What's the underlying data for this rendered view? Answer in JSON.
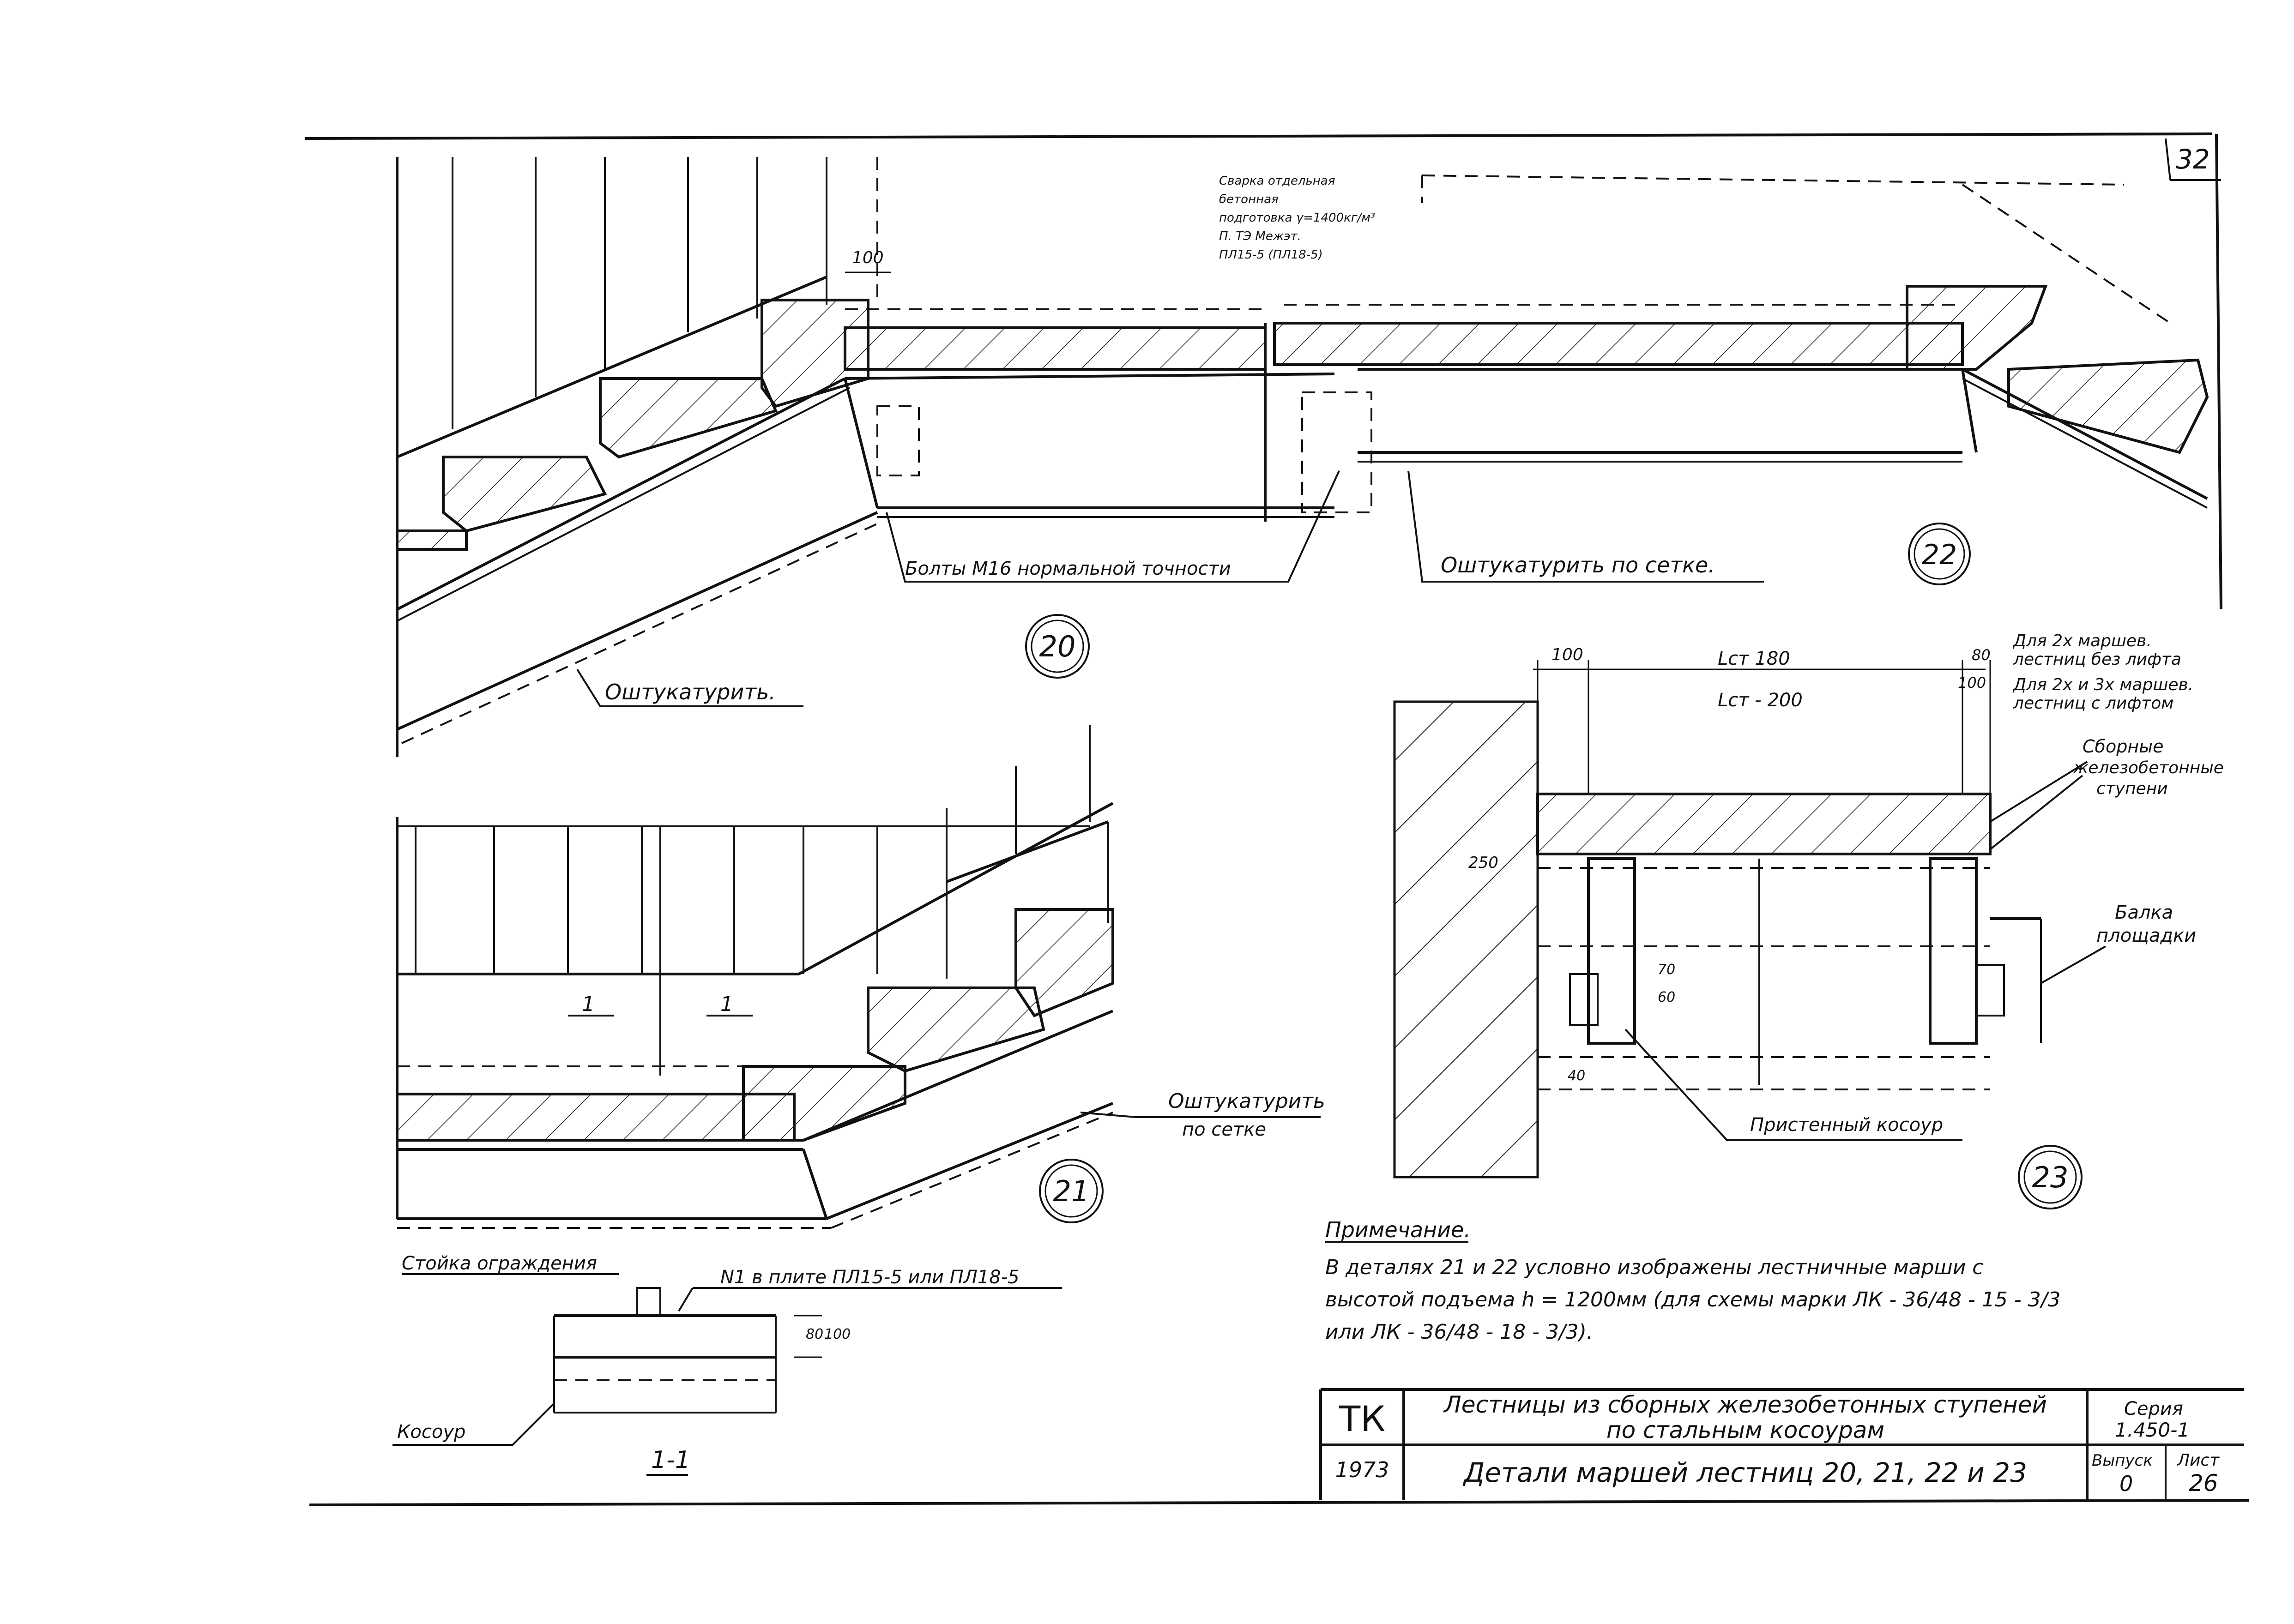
{
  "sheet_number": "32",
  "detail20": {
    "callout": "20",
    "dim_100": "100",
    "label_plaster": "Оштукатурить."
  },
  "detail21": {
    "callout": "21",
    "section_mark_left": "1",
    "section_mark_right": "1",
    "label_plaster_mesh_1": "Оштукатурить",
    "label_plaster_mesh_2": "по сетке"
  },
  "detail22": {
    "callout": "22",
    "label_bolts": "Болты М16 нормальной точности",
    "label_plaster_mesh": "Оштукатурить по сетке.",
    "top_note": [
      "Сварка отдельная",
      "бетонная",
      "подготовка γ=1400кг/м³",
      "П. ТЭ Межэт.",
      "ПЛ15-5 (ПЛ18-5)"
    ]
  },
  "detail23": {
    "callout": "23",
    "dim_100_left": "100",
    "dim_lct_180": "Lст  180",
    "dim_lct_200": "Lст - 200",
    "dim_80": "80",
    "dim_100_right": "100",
    "dim_250": "250",
    "dim_70": "70",
    "dim_60": "60",
    "dim_40": "40",
    "note_2_flights_1": "Для 2х маршев.",
    "note_2_flights_2": "лестниц без лифта",
    "note_3_flights_1": "Для 2х и 3х маршев.",
    "note_3_flights_2": "лестниц с лифтом",
    "label_steps_1": "Сборные",
    "label_steps_2": "железобетонные",
    "label_steps_3": "ступени",
    "label_beam_1": "Балка",
    "label_beam_2": "площадки",
    "label_wall_stringer": "Пристенный косоур"
  },
  "section11": {
    "label_post": "Стойка ограждения",
    "label_n1": "N1 в плите ПЛ15-5 или ПЛ18-5",
    "label_stringer": "Косоур",
    "dim_80": "80",
    "dim_100": "100",
    "title": "1-1"
  },
  "note": {
    "title": "Примечание.",
    "line1": "В деталях 21 и 22 условно изображены лестничные марши с",
    "line2": "высотой подъема h = 1200мм (для схемы марки ЛК - 36/48 - 15 - 3/3",
    "line3": "или ЛК - 36/48 - 18 - 3/3)."
  },
  "title_block": {
    "org": "ТК",
    "year": "1973",
    "title_line1": "Лестницы из сборных железобетонных ступеней",
    "title_line2": "по стальным косоурам",
    "sheet_title": "Детали маршей лестниц 20, 21, 22 и 23",
    "series_label": "Серия",
    "series_value": "1.450-1",
    "issue_label": "Выпуск",
    "issue_value": "0",
    "sheet_label": "Лист",
    "sheet_value": "26"
  }
}
